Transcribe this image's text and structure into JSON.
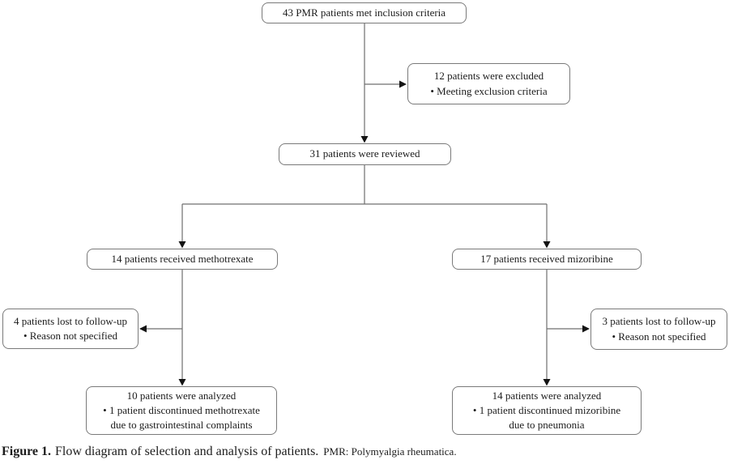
{
  "figure": {
    "type": "flow-diagram",
    "nodes": {
      "inclusion": {
        "lines": [
          "43 PMR patients met inclusion criteria"
        ]
      },
      "excluded": {
        "lines": [
          "12 patients were excluded",
          "• Meeting exclusion criteria"
        ]
      },
      "reviewed": {
        "lines": [
          "31 patients were reviewed"
        ]
      },
      "methotrexate": {
        "lines": [
          "14 patients received methotrexate"
        ]
      },
      "mizoribine": {
        "lines": [
          "17 patients received mizoribine"
        ]
      },
      "mtx_lost": {
        "lines": [
          "4 patients lost to follow-up",
          "• Reason not specified"
        ]
      },
      "miz_lost": {
        "lines": [
          "3 patients lost to follow-up",
          "• Reason not specified"
        ]
      },
      "mtx_analyzed": {
        "lines": [
          "10 patients were analyzed",
          "• 1 patient discontinued methotrexate",
          "due to gastrointestinal complaints"
        ]
      },
      "miz_analyzed": {
        "lines": [
          "14 patients were analyzed",
          "• 1 patient discontinued mizoribine",
          "due to pneumonia"
        ]
      }
    },
    "flow": [
      "inclusion -> excluded",
      "inclusion -> reviewed",
      "reviewed -> methotrexate",
      "reviewed -> mizoribine",
      "methotrexate -> mtx_lost",
      "methotrexate -> mtx_analyzed",
      "mizoribine -> miz_lost",
      "mizoribine -> miz_analyzed"
    ]
  },
  "caption": {
    "label": "Figure 1.",
    "text": "Flow diagram of selection and analysis of patients.",
    "note": "PMR: Polymyalgia rheumatica."
  },
  "colors": {
    "box_border": "#7a7a7a",
    "line_color": "#6f6f6f",
    "arrow_color": "#141414",
    "text_color": "#1c1c1c",
    "bg": "#ffffff"
  }
}
